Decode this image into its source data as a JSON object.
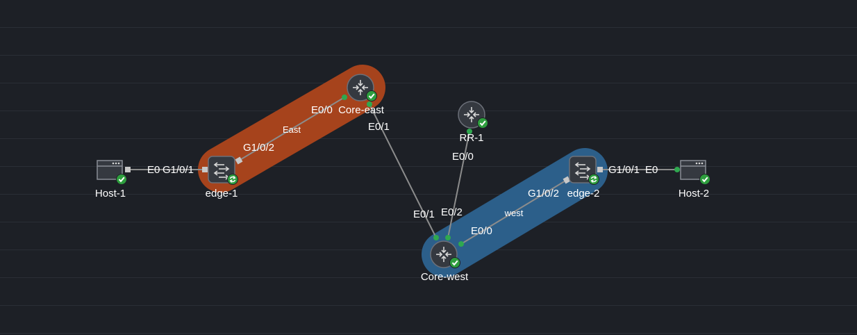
{
  "colors": {
    "background": "#1d2026",
    "grid": "#2a2e36",
    "group_east": "#a6431c",
    "group_west": "#2c5f8a",
    "status_ok": "#2e9e3e",
    "link": "#8c8c8c",
    "port_green": "#2fa84f",
    "port_gray": "#c8c8c8"
  },
  "groups": {
    "east": {
      "label": "East"
    },
    "west": {
      "label": "west"
    }
  },
  "nodes": {
    "host1": {
      "label": "Host-1",
      "type": "host",
      "status": "ok",
      "icon": "server-icon"
    },
    "edge1": {
      "label": "edge-1",
      "type": "switch",
      "status": "syncing",
      "icon": "switch-icon"
    },
    "core_east": {
      "label": "Core-east",
      "type": "router",
      "status": "ok",
      "icon": "router-icon"
    },
    "rr1": {
      "label": "RR-1",
      "type": "router",
      "status": "ok",
      "icon": "router-icon"
    },
    "core_west": {
      "label": "Core-west",
      "type": "router",
      "status": "ok",
      "icon": "router-icon"
    },
    "edge2": {
      "label": "edge-2",
      "type": "switch",
      "status": "syncing",
      "icon": "switch-icon"
    },
    "host2": {
      "label": "Host-2",
      "type": "host",
      "status": "ok",
      "icon": "server-icon"
    }
  },
  "links": {
    "host1_edge1": {
      "a_port": "E0",
      "b_port": "G1/0/1"
    },
    "edge1_coreeast": {
      "a_port": "G1/0/2",
      "b_port": "E0/0"
    },
    "coreeast_corewest": {
      "a_port": "E0/1",
      "b_port": "E0/1"
    },
    "rr1_corewest": {
      "a_port": "E0/0",
      "b_port": "E0/2"
    },
    "corewest_edge2": {
      "a_port": "E0/0",
      "b_port": "G1/0/2"
    },
    "edge2_host2": {
      "a_port": "G1/0/1",
      "b_port": "E0"
    }
  }
}
